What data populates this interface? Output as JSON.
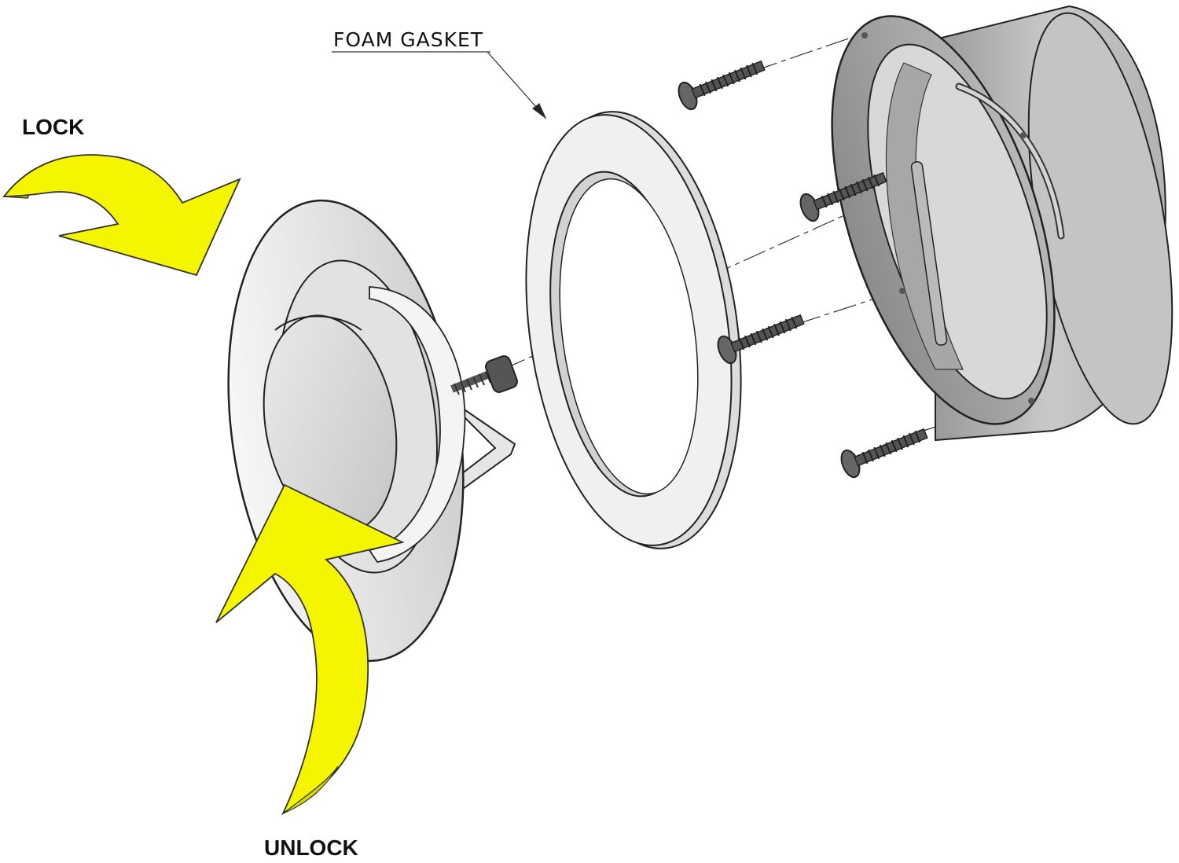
{
  "labels": {
    "lock": "LOCK",
    "unlock": "UNLOCK",
    "foam_gasket": "FOAM GASKET"
  },
  "colors": {
    "arrow_fill": "#f5f500",
    "arrow_stroke": "#333333",
    "line": "#222222",
    "part_light": "#eeeeee",
    "part_mid": "#c8c8c8",
    "part_dark": "#8a8a8a",
    "screw": "#444444"
  },
  "parts": [
    "rotating-damper-cap",
    "damper-center-screw",
    "foam-gasket-ring",
    "duct-collar",
    "mounting-screw",
    "mounting-screw",
    "mounting-screw",
    "mounting-screw"
  ]
}
